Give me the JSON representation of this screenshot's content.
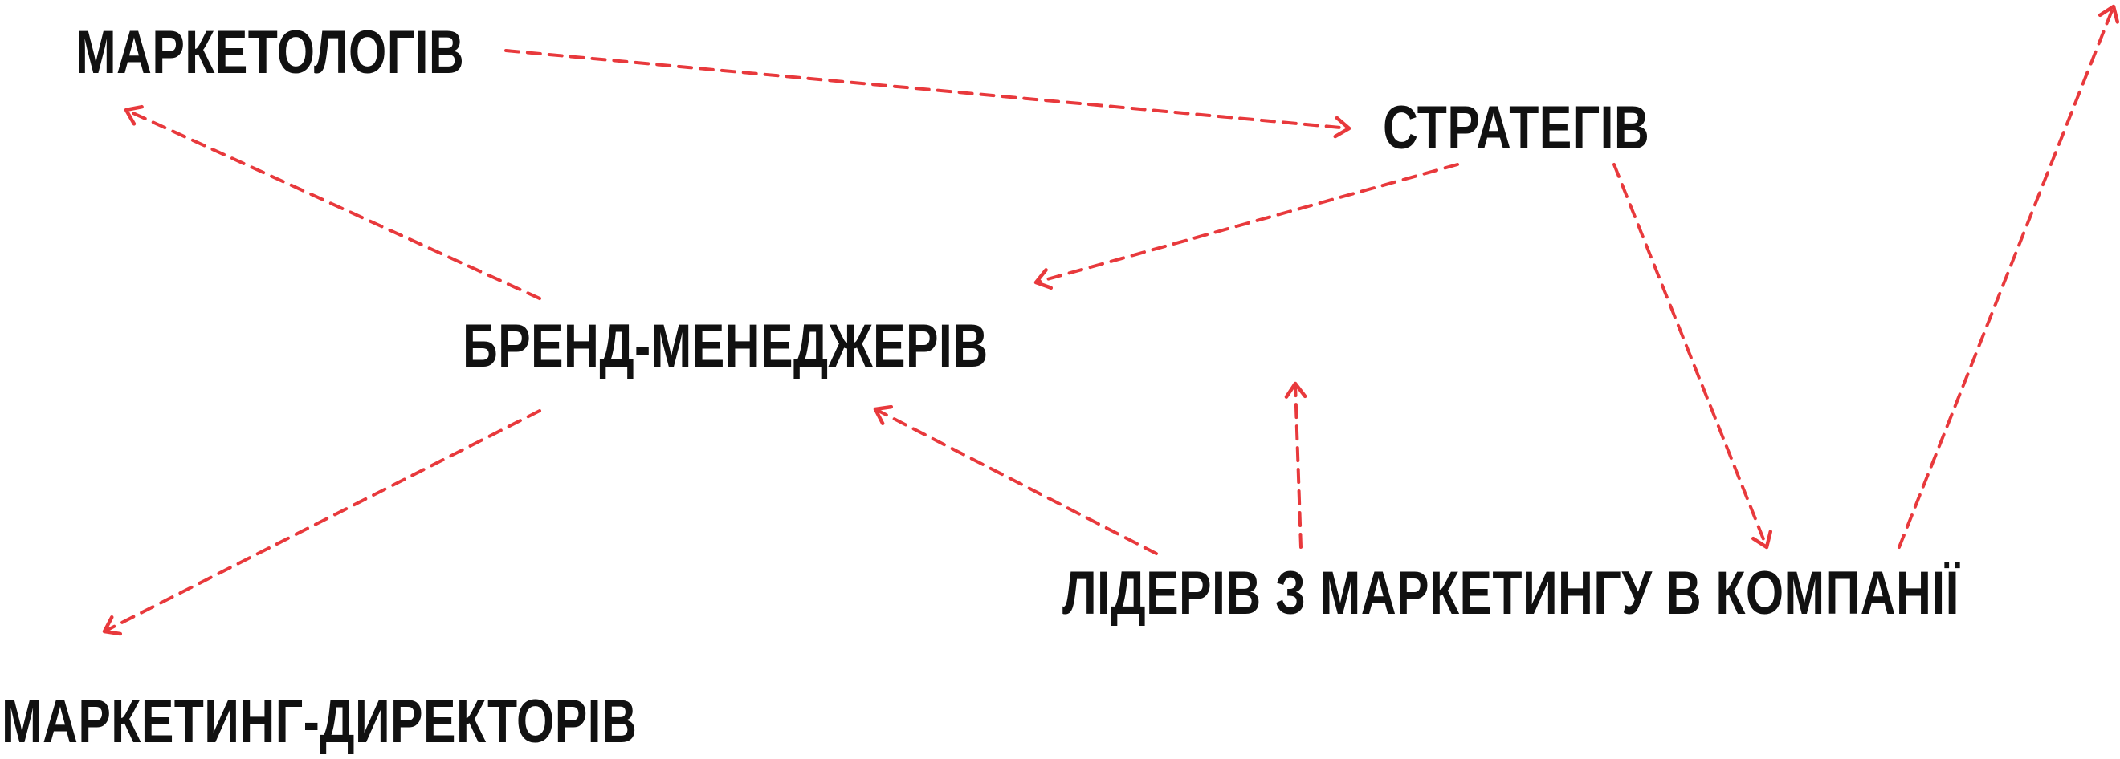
{
  "diagram": {
    "arrow_color": "#e8393c",
    "text_color": "#111111",
    "nodes": {
      "marketologiv": "МАРКЕТОЛОГІВ",
      "strategiv": "СТРАТЕГІВ",
      "brend_menedzheriv": "БРЕНД-МЕНЕДЖЕРІВ",
      "lideriv": "ЛІДЕРІВ З МАРКЕТИНГУ В КОМПАНІЇ",
      "marketing_dyrektoriv": "МАРКЕТИНГ-ДИРЕКТОРІВ"
    },
    "edges": [
      {
        "from": "marketologiv",
        "to": "strategiv"
      },
      {
        "from": "strategiv",
        "to": "brend_menedzheriv"
      },
      {
        "from": "brend_menedzheriv",
        "to": "marketologiv"
      },
      {
        "from": "brend_menedzheriv",
        "to": "marketing_dyrektoriv"
      },
      {
        "from": "lideriv",
        "to": "brend_menedzheriv"
      },
      {
        "from": "lideriv",
        "to": "offscreen-up"
      },
      {
        "from": "strategiv",
        "to": "lideriv"
      },
      {
        "from": "lideriv",
        "to": "offscreen-top-right"
      }
    ]
  }
}
